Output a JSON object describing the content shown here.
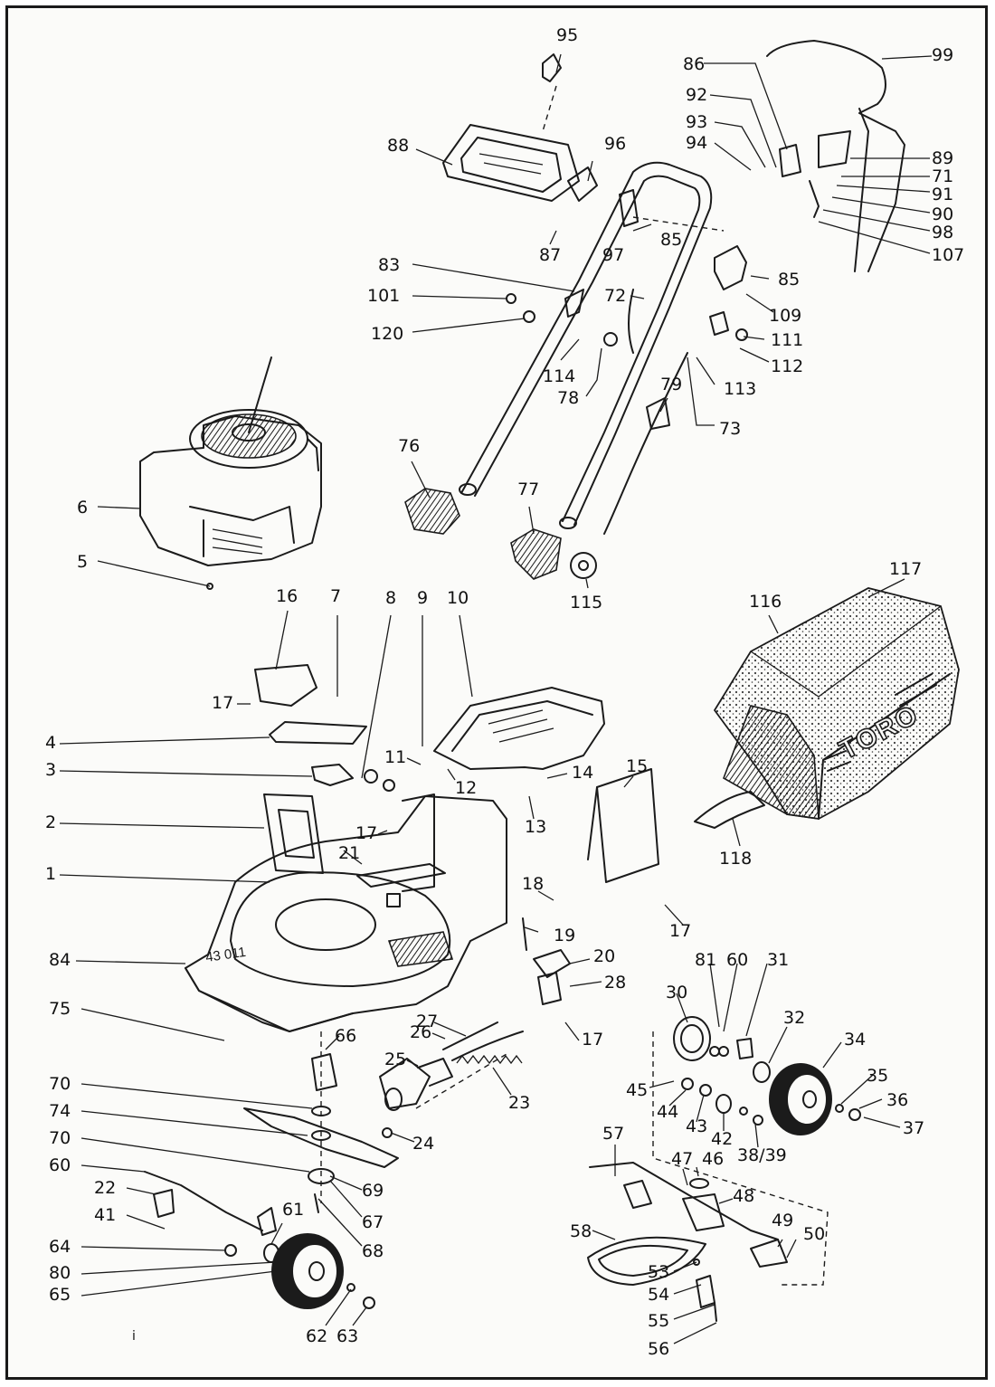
{
  "diagram": {
    "labels": [
      {
        "id": "95",
        "text": "95"
      },
      {
        "id": "99",
        "text": "99"
      },
      {
        "id": "86",
        "text": "86"
      },
      {
        "id": "92",
        "text": "92"
      },
      {
        "id": "93",
        "text": "93"
      },
      {
        "id": "94",
        "text": "94"
      },
      {
        "id": "88",
        "text": "88"
      },
      {
        "id": "96",
        "text": "96"
      },
      {
        "id": "89",
        "text": "89"
      },
      {
        "id": "71",
        "text": "71"
      },
      {
        "id": "91",
        "text": "91"
      },
      {
        "id": "90",
        "text": "90"
      },
      {
        "id": "98",
        "text": "98"
      },
      {
        "id": "107",
        "text": "107"
      },
      {
        "id": "85a",
        "text": "85"
      },
      {
        "id": "97",
        "text": "97"
      },
      {
        "id": "87",
        "text": "87"
      },
      {
        "id": "85b",
        "text": "85"
      },
      {
        "id": "83",
        "text": "83"
      },
      {
        "id": "101",
        "text": "101"
      },
      {
        "id": "72",
        "text": "72"
      },
      {
        "id": "109",
        "text": "109"
      },
      {
        "id": "120",
        "text": "120"
      },
      {
        "id": "111",
        "text": "111"
      },
      {
        "id": "112",
        "text": "112"
      },
      {
        "id": "114",
        "text": "114"
      },
      {
        "id": "78",
        "text": "78"
      },
      {
        "id": "113",
        "text": "113"
      },
      {
        "id": "79",
        "text": "79"
      },
      {
        "id": "73",
        "text": "73"
      },
      {
        "id": "76",
        "text": "76"
      },
      {
        "id": "6",
        "text": "6"
      },
      {
        "id": "77",
        "text": "77"
      },
      {
        "id": "5",
        "text": "5"
      },
      {
        "id": "115",
        "text": "115"
      },
      {
        "id": "117",
        "text": "117"
      },
      {
        "id": "116",
        "text": "116"
      },
      {
        "id": "16",
        "text": "16"
      },
      {
        "id": "7",
        "text": "7"
      },
      {
        "id": "8",
        "text": "8"
      },
      {
        "id": "9",
        "text": "9"
      },
      {
        "id": "10",
        "text": "10"
      },
      {
        "id": "17a",
        "text": "17"
      },
      {
        "id": "4",
        "text": "4"
      },
      {
        "id": "3",
        "text": "3"
      },
      {
        "id": "11",
        "text": "11"
      },
      {
        "id": "14",
        "text": "14"
      },
      {
        "id": "15",
        "text": "15"
      },
      {
        "id": "12",
        "text": "12"
      },
      {
        "id": "2",
        "text": "2"
      },
      {
        "id": "13",
        "text": "13"
      },
      {
        "id": "17b",
        "text": "17"
      },
      {
        "id": "21",
        "text": "21"
      },
      {
        "id": "118",
        "text": "118"
      },
      {
        "id": "1",
        "text": "1"
      },
      {
        "id": "18",
        "text": "18"
      },
      {
        "id": "17c",
        "text": "17"
      },
      {
        "id": "19",
        "text": "19"
      },
      {
        "id": "84",
        "text": "84"
      },
      {
        "id": "81",
        "text": "81"
      },
      {
        "id": "60a",
        "text": "60"
      },
      {
        "id": "31",
        "text": "31"
      },
      {
        "id": "20",
        "text": "20"
      },
      {
        "id": "28",
        "text": "28"
      },
      {
        "id": "30",
        "text": "30"
      },
      {
        "id": "75",
        "text": "75"
      },
      {
        "id": "32",
        "text": "32"
      },
      {
        "id": "66",
        "text": "66"
      },
      {
        "id": "27",
        "text": "27"
      },
      {
        "id": "26",
        "text": "26"
      },
      {
        "id": "17d",
        "text": "17"
      },
      {
        "id": "34",
        "text": "34"
      },
      {
        "id": "25",
        "text": "25"
      },
      {
        "id": "70a",
        "text": "70"
      },
      {
        "id": "35",
        "text": "35"
      },
      {
        "id": "45",
        "text": "45"
      },
      {
        "id": "23",
        "text": "23"
      },
      {
        "id": "36",
        "text": "36"
      },
      {
        "id": "74",
        "text": "74"
      },
      {
        "id": "44",
        "text": "44"
      },
      {
        "id": "43",
        "text": "43"
      },
      {
        "id": "42",
        "text": "42"
      },
      {
        "id": "37",
        "text": "37"
      },
      {
        "id": "24",
        "text": "24"
      },
      {
        "id": "70b",
        "text": "70"
      },
      {
        "id": "38_39",
        "text": "38/39"
      },
      {
        "id": "57",
        "text": "57"
      },
      {
        "id": "60b",
        "text": "60"
      },
      {
        "id": "69",
        "text": "69"
      },
      {
        "id": "47",
        "text": "47"
      },
      {
        "id": "46",
        "text": "46"
      },
      {
        "id": "22",
        "text": "22"
      },
      {
        "id": "48",
        "text": "48"
      },
      {
        "id": "41",
        "text": "41"
      },
      {
        "id": "67",
        "text": "67"
      },
      {
        "id": "61",
        "text": "61"
      },
      {
        "id": "58",
        "text": "58"
      },
      {
        "id": "49",
        "text": "49"
      },
      {
        "id": "64",
        "text": "64"
      },
      {
        "id": "68",
        "text": "68"
      },
      {
        "id": "50",
        "text": "50"
      },
      {
        "id": "80",
        "text": "80"
      },
      {
        "id": "53",
        "text": "53"
      },
      {
        "id": "65",
        "text": "65"
      },
      {
        "id": "54",
        "text": "54"
      },
      {
        "id": "55",
        "text": "55"
      },
      {
        "id": "62",
        "text": "62"
      },
      {
        "id": "63",
        "text": "63"
      },
      {
        "id": "56",
        "text": "56"
      },
      {
        "id": "i",
        "text": "i"
      }
    ],
    "grass_bag_brand": "TORO",
    "deck_model_marking": "43 011"
  }
}
